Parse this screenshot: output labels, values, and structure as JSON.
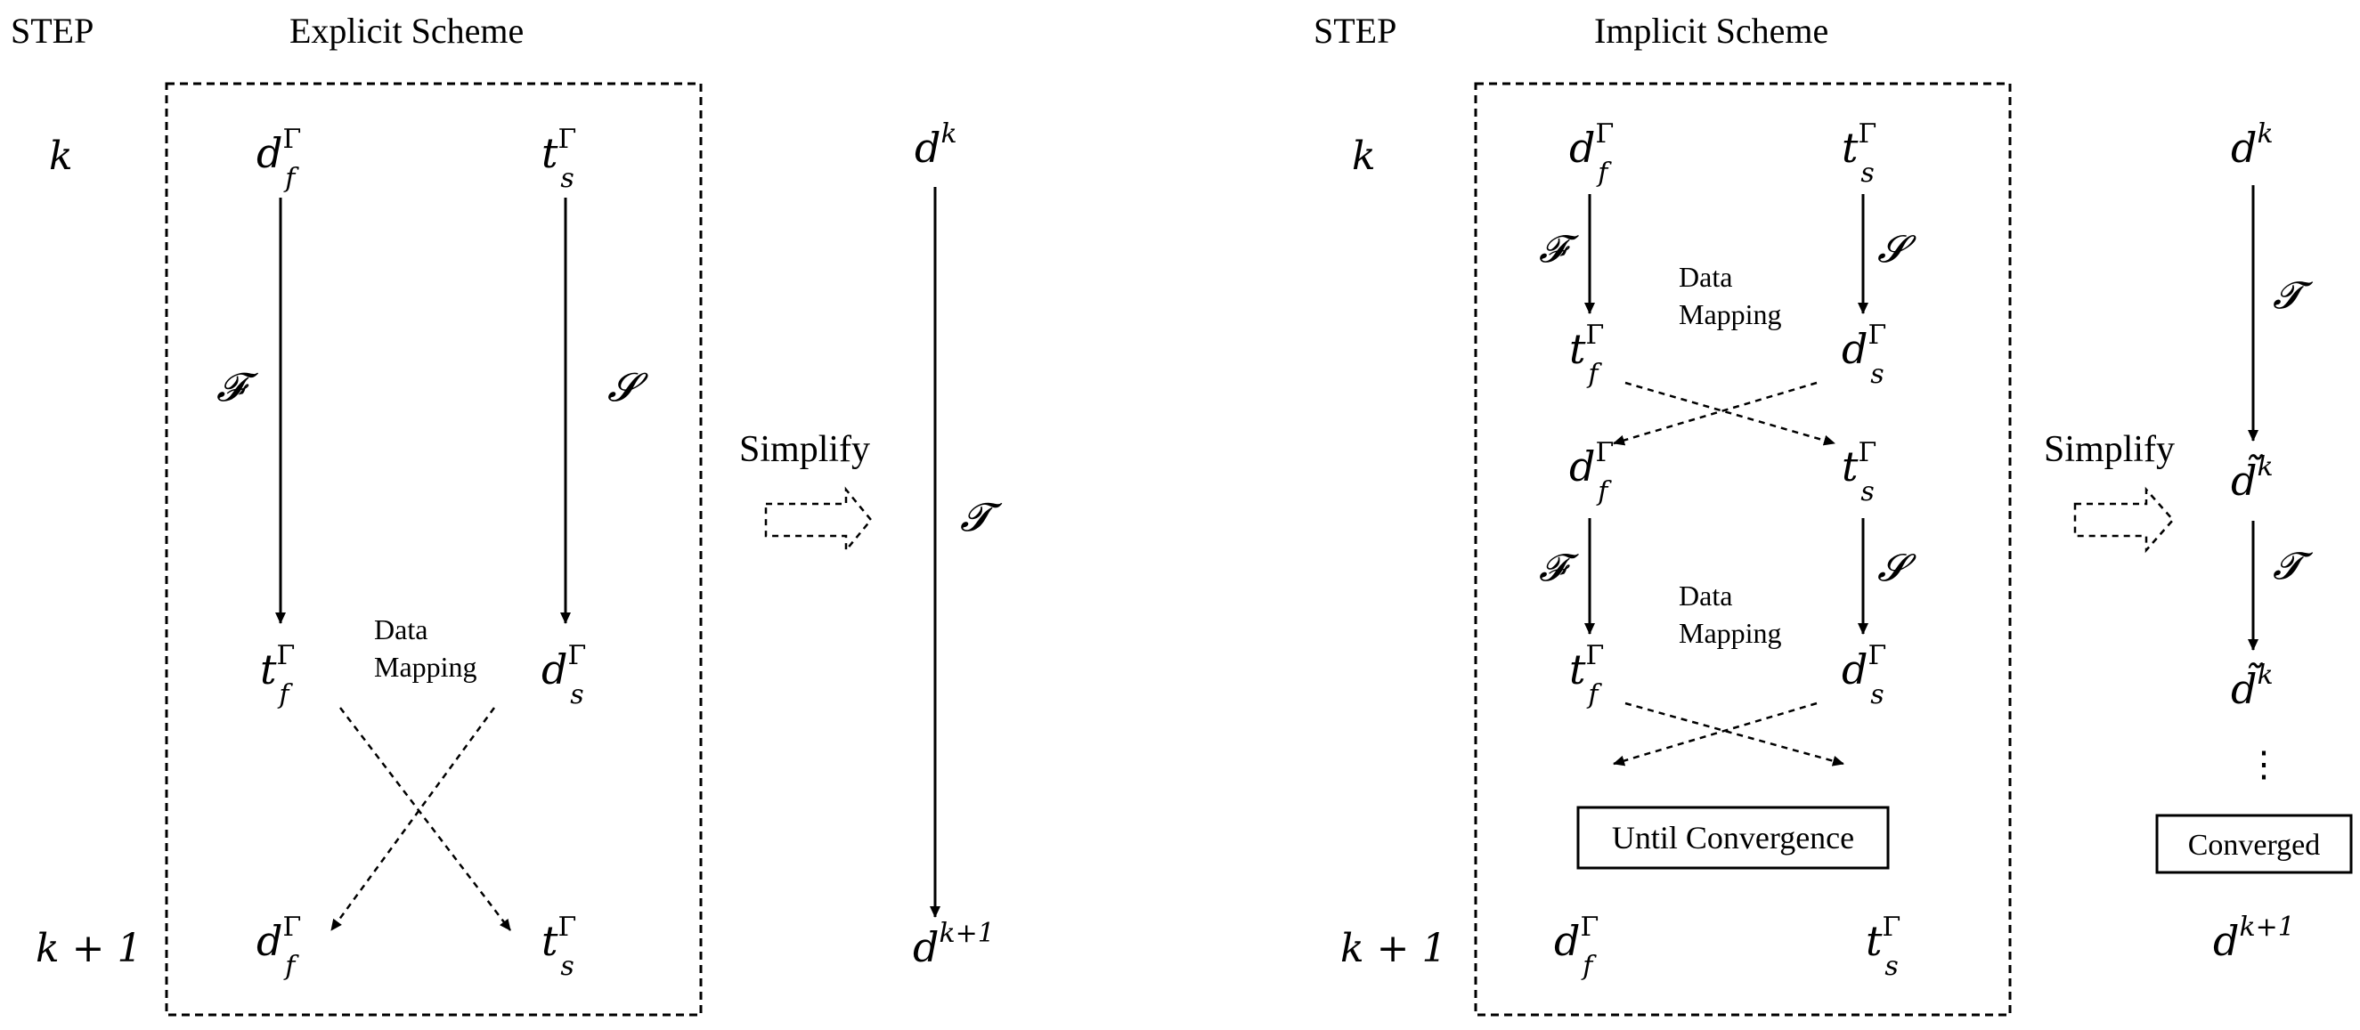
{
  "headers": {
    "step_left": "STEP",
    "explicit_title": "Explicit Scheme",
    "step_right": "STEP",
    "implicit_title": "Implicit Scheme"
  },
  "steps": {
    "k": "k",
    "k_plus_1": "k + 1"
  },
  "symbols": {
    "d": "d",
    "t": "t",
    "f_sub": "f",
    "s_sub": "s",
    "gamma": "Γ",
    "k": "k",
    "k_plus_1": "k+1",
    "tilde_d": "d̃",
    "fluid_op": "𝓕",
    "solid_op": "𝓢",
    "time_op": "𝓣",
    "ellipsis": "⋮"
  },
  "labels": {
    "data": "Data",
    "mapping": "Mapping",
    "simplify": "Simplify",
    "until_convergence": "Until Convergence",
    "converged": "Converged"
  }
}
